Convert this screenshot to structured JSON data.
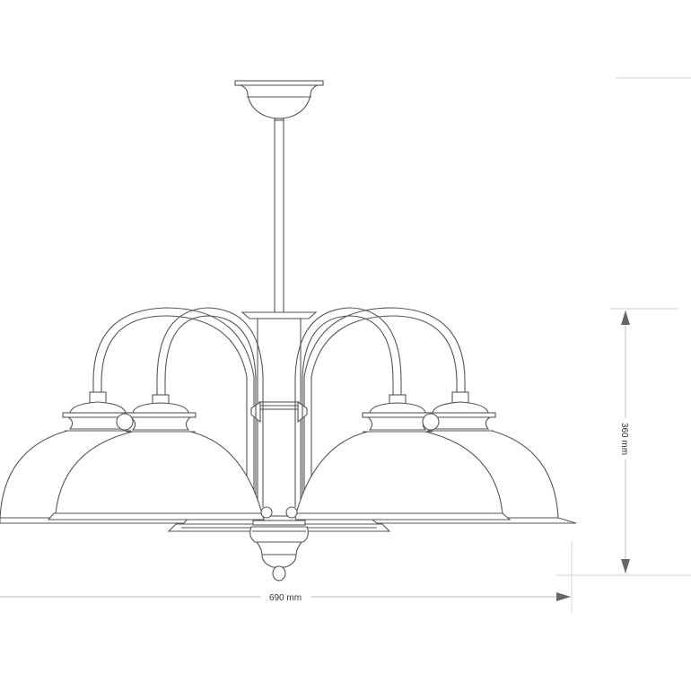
{
  "drawing": {
    "subject": "five-arm chandelier technical drawing",
    "view": "front elevation",
    "colors": {
      "line": "#555555",
      "dimension_line": "#c8c8c8",
      "arrow": "#666666",
      "background": "#ffffff"
    },
    "parts": {
      "ceiling_canopy": "ceiling-canopy",
      "rod": "suspension-rod",
      "central_column": "central-column",
      "arms_count": 5,
      "shades_count": 5,
      "finial": "bottom-finial"
    }
  },
  "dimensions": {
    "width": {
      "value": 690,
      "unit": "mm",
      "label": "690 mm"
    },
    "height": {
      "value": 360,
      "unit": "mm",
      "label": "360 mm"
    }
  }
}
